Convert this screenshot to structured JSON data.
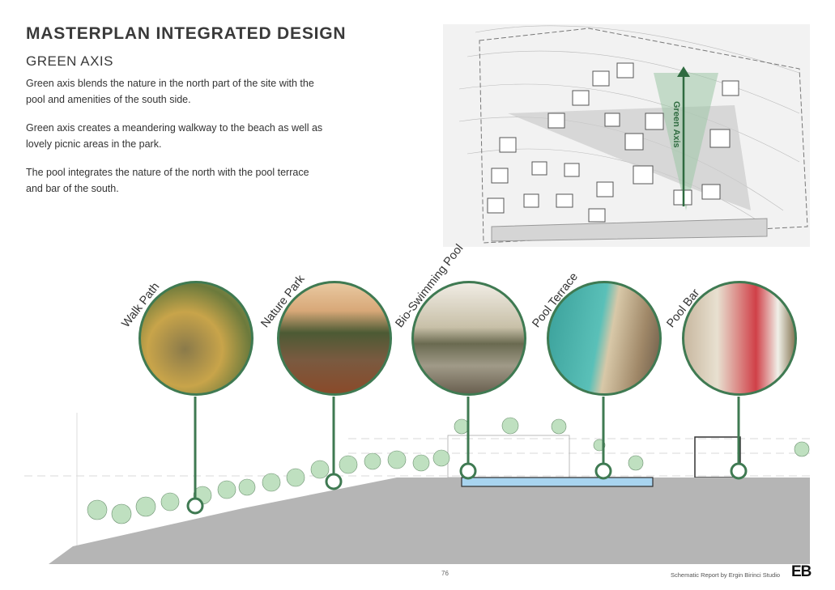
{
  "title": "MASTERPLAN INTEGRATED DESIGN",
  "subtitle": "GREEN AXIS",
  "paragraphs": [
    "Green axis blends the nature in the north part of the site with the pool and amenities of the south side.",
    "Green axis creates a meandering walkway to the beach as well as lovely picnic areas in the park.",
    "The pool integrates the nature of the north with the pool terrace and bar of the south."
  ],
  "plan": {
    "axis_label": "Green Axis"
  },
  "features": [
    {
      "label": "Walk Path"
    },
    {
      "label": "Nature Park"
    },
    {
      "label": "Bio-Swimming Pool"
    },
    {
      "label": "Pool Terrace"
    },
    {
      "label": "Pool Bar"
    }
  ],
  "footer": {
    "page_number": "76",
    "credit": "Schematic Report by Ergin Birinci Studio",
    "logo": "EB"
  },
  "colors": {
    "green": "#3f7a52",
    "water": "#a8d4ef",
    "ground": "#b5b5b5",
    "tree": "#bfe0c0"
  }
}
